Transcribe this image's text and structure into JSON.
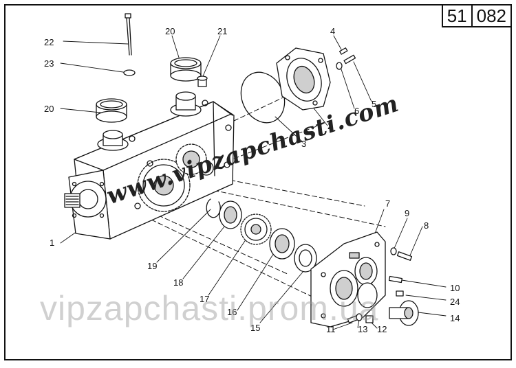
{
  "page_code": {
    "part1": "51",
    "part2": "082"
  },
  "callouts": [
    "1",
    "2",
    "3",
    "4",
    "5",
    "6",
    "7",
    "8",
    "9",
    "10",
    "11",
    "12",
    "13",
    "14",
    "15",
    "16",
    "17",
    "18",
    "19",
    "20",
    "20",
    "21",
    "22",
    "23",
    "24"
  ],
  "watermark_diagonal": "www.vipzapchasti.com",
  "watermark_bottom": "vipzapchasti.prom.ua",
  "colors": {
    "line": "#111111",
    "fill": "#ffffff",
    "shade": "#cfcfcf"
  }
}
